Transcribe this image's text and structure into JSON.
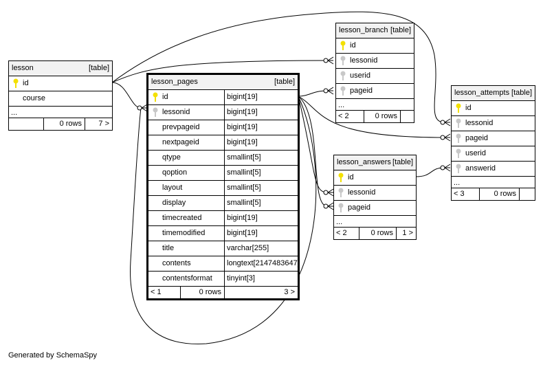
{
  "footer_text": "Generated by SchemaSpy",
  "colors": {
    "primary_key": "#f3e000",
    "foreign_key": "#c8c8c8",
    "header_bg": "#f2f2f2"
  },
  "tables": {
    "lesson": {
      "name": "lesson",
      "tag": "[table]",
      "columns": [
        {
          "name": "id",
          "key": "primary"
        },
        {
          "name": "course",
          "key": "none"
        }
      ],
      "ellipsis": "...",
      "footer": {
        "left": "",
        "rows": "0 rows",
        "right": "7 >"
      }
    },
    "lesson_pages": {
      "name": "lesson_pages",
      "tag": "[table]",
      "columns": [
        {
          "name": "id",
          "type": "bigint[19]",
          "key": "primary"
        },
        {
          "name": "lessonid",
          "type": "bigint[19]",
          "key": "foreign"
        },
        {
          "name": "prevpageid",
          "type": "bigint[19]",
          "key": "none"
        },
        {
          "name": "nextpageid",
          "type": "bigint[19]",
          "key": "none"
        },
        {
          "name": "qtype",
          "type": "smallint[5]",
          "key": "none"
        },
        {
          "name": "qoption",
          "type": "smallint[5]",
          "key": "none"
        },
        {
          "name": "layout",
          "type": "smallint[5]",
          "key": "none"
        },
        {
          "name": "display",
          "type": "smallint[5]",
          "key": "none"
        },
        {
          "name": "timecreated",
          "type": "bigint[19]",
          "key": "none"
        },
        {
          "name": "timemodified",
          "type": "bigint[19]",
          "key": "none"
        },
        {
          "name": "title",
          "type": "varchar[255]",
          "key": "none"
        },
        {
          "name": "contents",
          "type": "longtext[2147483647]",
          "key": "none"
        },
        {
          "name": "contentsformat",
          "type": "tinyint[3]",
          "key": "none"
        }
      ],
      "footer": {
        "left": "< 1",
        "rows": "0 rows",
        "right": "3 >"
      }
    },
    "lesson_branch": {
      "name": "lesson_branch",
      "tag": "[table]",
      "columns": [
        {
          "name": "id",
          "key": "primary"
        },
        {
          "name": "lessonid",
          "key": "foreign"
        },
        {
          "name": "userid",
          "key": "foreign"
        },
        {
          "name": "pageid",
          "key": "foreign"
        }
      ],
      "ellipsis": "...",
      "footer": {
        "left": "< 2",
        "rows": "0 rows",
        "right": ""
      }
    },
    "lesson_answers": {
      "name": "lesson_answers",
      "tag": "[table]",
      "columns": [
        {
          "name": "id",
          "key": "primary"
        },
        {
          "name": "lessonid",
          "key": "foreign"
        },
        {
          "name": "pageid",
          "key": "foreign"
        }
      ],
      "ellipsis": "...",
      "footer": {
        "left": "< 2",
        "rows": "0 rows",
        "right": "1 >"
      }
    },
    "lesson_attempts": {
      "name": "lesson_attempts",
      "tag": "[table]",
      "columns": [
        {
          "name": "id",
          "key": "primary"
        },
        {
          "name": "lessonid",
          "key": "foreign"
        },
        {
          "name": "pageid",
          "key": "foreign"
        },
        {
          "name": "userid",
          "key": "foreign"
        },
        {
          "name": "answerid",
          "key": "foreign"
        }
      ],
      "ellipsis": "...",
      "footer": {
        "left": "< 3",
        "rows": "0 rows",
        "right": ""
      }
    }
  }
}
